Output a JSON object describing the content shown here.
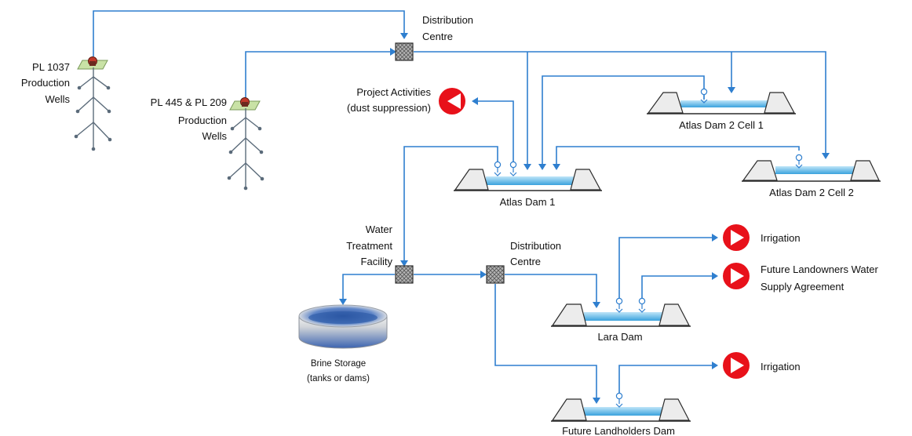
{
  "colors": {
    "pipe": "#2f7fcf",
    "water": "#35a3e0",
    "outlet_red": "#e8111a",
    "wellhead_pad": "#c9e2a6",
    "wellhead": "#c0392b",
    "distributor": "#a7a7a7"
  },
  "labels": {
    "pl1037": [
      "PL 1037",
      "Production",
      "Wells"
    ],
    "pl445": [
      "PL 445 & PL 209",
      "Production",
      "Wells"
    ],
    "distribution_top": [
      "Distribution",
      "Centre"
    ],
    "project_activities": [
      "Project Activities",
      "(dust suppression)"
    ],
    "atlas_dam_1": "Atlas Dam 1",
    "atlas_dam_2_cell_1": "Atlas Dam 2 Cell 1",
    "atlas_dam_2_cell_2": "Atlas Dam 2 Cell 2",
    "water_treatment": [
      "Water",
      "Treatment",
      "Facility"
    ],
    "distribution_mid": [
      "Distribution",
      "Centre"
    ],
    "brine_storage": [
      "Brine Storage",
      "(tanks or dams)"
    ],
    "lara_dam": "Lara Dam",
    "future_landholders_dam": "Future Landholders Dam",
    "irrigation_1": "Irrigation",
    "future_landowners": [
      "Future Landowners Water",
      "Supply Agreement"
    ],
    "irrigation_2": "Irrigation"
  },
  "icons": {
    "outlet": "red-circle-play-arrow-icon",
    "distributor": "hatched-square-junction-icon",
    "wellhead": "wellhead-pad-icon",
    "dam": "earth-dam-icon",
    "tank": "storage-tank-icon",
    "pump": "pump-intake-icon"
  }
}
